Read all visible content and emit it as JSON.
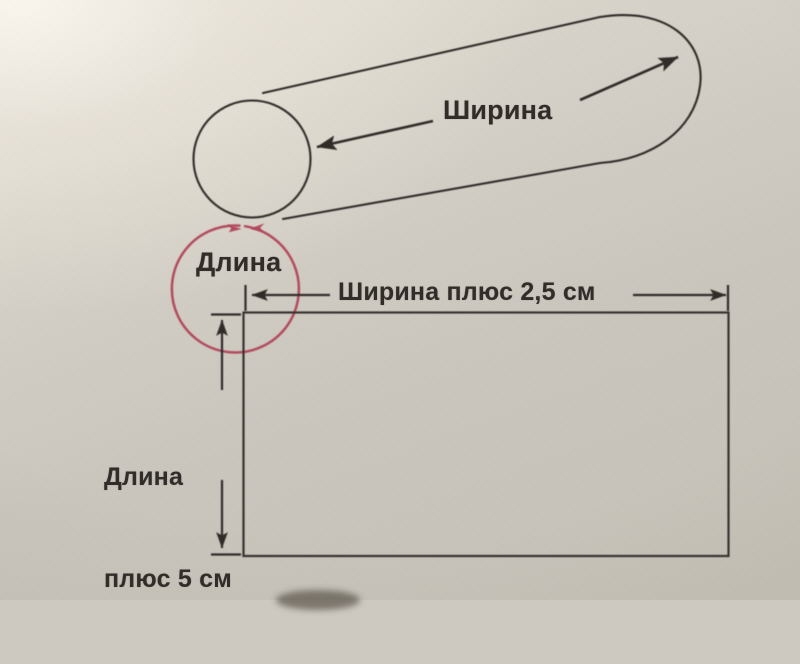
{
  "page": {
    "kind": "scanned-book-diagram",
    "language": "ru",
    "background_color": "#cdc9c0",
    "ink_color": "#2f2c28",
    "accent_color": "#b4485c"
  },
  "diagram_top": {
    "name": "cylinder-measurement-diagram",
    "shape": "cylinder",
    "labels": {
      "width": "Ширина",
      "length": "Длина"
    },
    "annotations": {
      "width_arrow": "double-ended arrow along cylinder axis indicating width",
      "length_arc": "pink circumference arc around the cylinder end face indicating length"
    }
  },
  "diagram_bottom": {
    "name": "fabric-rectangle-diagram",
    "shape": "rectangle",
    "labels": {
      "horizontal": "Ширина плюс 2,5 см",
      "vertical_line1": "Длина",
      "vertical_line2": "плюс 5 см"
    },
    "measurements": {
      "width_allowance_cm": "2,5",
      "length_allowance_cm": "5"
    }
  }
}
